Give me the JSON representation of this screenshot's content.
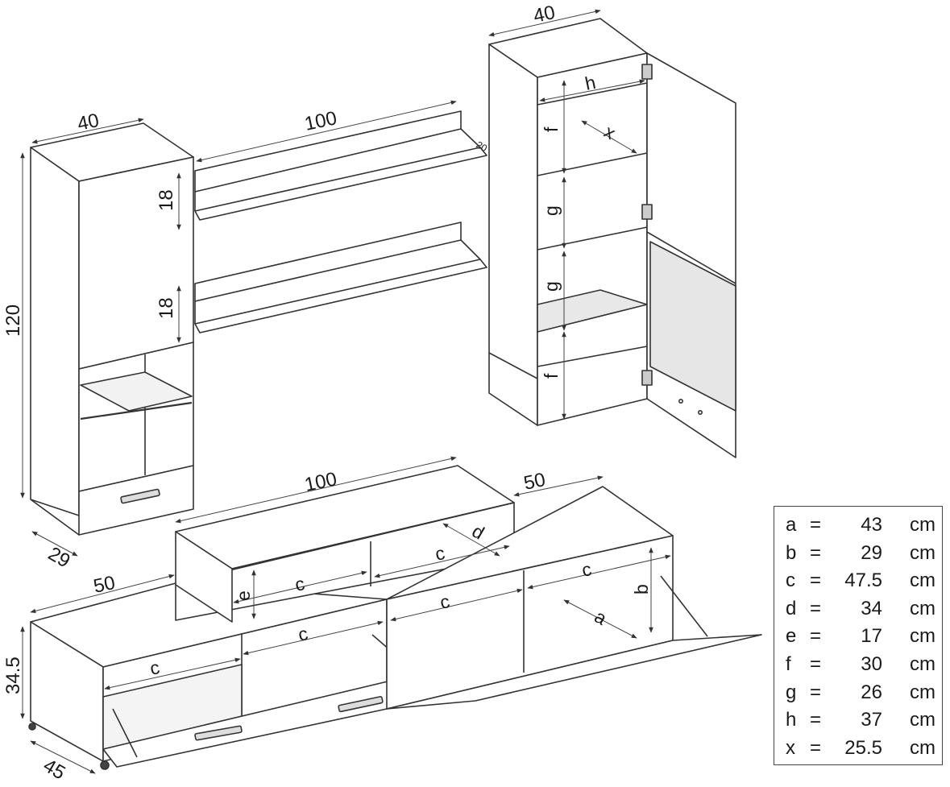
{
  "dimensions": {
    "wall_left_width": "40",
    "wall_left_height": "120",
    "wall_left_depth": "29",
    "shelf_width": "100",
    "shelf_depth": "20",
    "shelf_gap_upper": "18",
    "shelf_gap_lower": "18",
    "wall_right_width": "40",
    "tv_top_width": "100",
    "tv_right_width": "50",
    "tv_left_width": "50",
    "tv_height": "34.5",
    "tv_depth": "45"
  },
  "labels": {
    "a": "a",
    "b": "b",
    "c": "c",
    "d": "d",
    "e": "e",
    "f": "f",
    "g": "g",
    "h": "h",
    "x": "x"
  },
  "legend": [
    {
      "key": "a",
      "eq": "=",
      "value": "43",
      "unit": "cm"
    },
    {
      "key": "b",
      "eq": "=",
      "value": "29",
      "unit": "cm"
    },
    {
      "key": "c",
      "eq": "=",
      "value": "47.5",
      "unit": "cm"
    },
    {
      "key": "d",
      "eq": "=",
      "value": "34",
      "unit": "cm"
    },
    {
      "key": "e",
      "eq": "=",
      "value": "17",
      "unit": "cm"
    },
    {
      "key": "f",
      "eq": "=",
      "value": "30",
      "unit": "cm"
    },
    {
      "key": "g",
      "eq": "=",
      "value": "26",
      "unit": "cm"
    },
    {
      "key": "h",
      "eq": "=",
      "value": "37",
      "unit": "cm"
    },
    {
      "key": "x",
      "eq": "=",
      "value": "25.5",
      "unit": "cm"
    }
  ]
}
